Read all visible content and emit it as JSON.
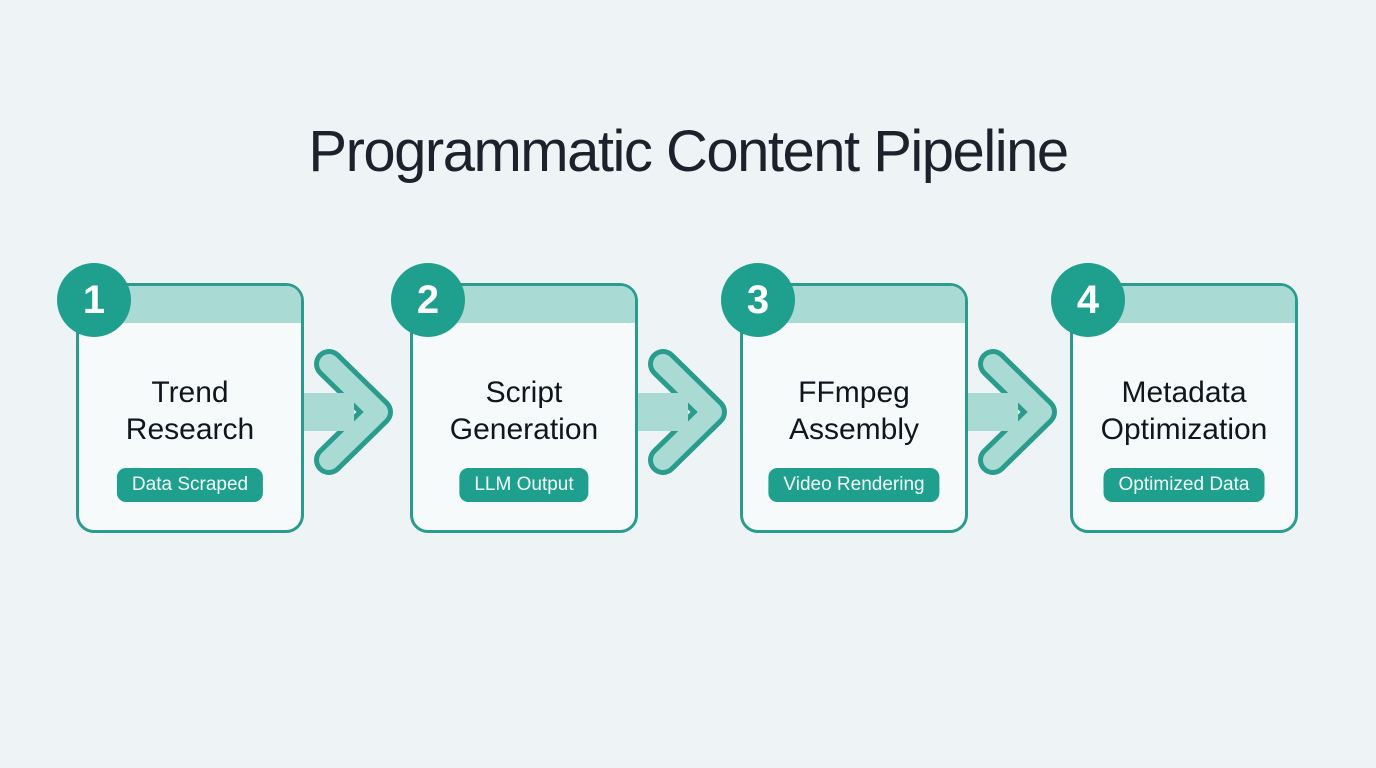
{
  "title": "Programmatic Content Pipeline",
  "steps": [
    {
      "number": "1",
      "title": "Trend Research",
      "badge": "Data Scraped"
    },
    {
      "number": "2",
      "title": "Script Generation",
      "badge": "LLM Output"
    },
    {
      "number": "3",
      "title": "FFmpeg Assembly",
      "badge": "Video Rendering"
    },
    {
      "number": "4",
      "title": "Metadata Optimization",
      "badge": "Optimized Data"
    }
  ],
  "icons": {
    "arrow": "arrow-right-icon"
  },
  "colors": {
    "background": "#eef4f5",
    "card_background": "#f7fafa",
    "teal_dark": "#2a9c8d",
    "teal_fill": "#a9dbd4",
    "badge_background": "#1f9f8d",
    "title_text": "#1b222c",
    "card_text": "#10161d",
    "badge_text": "#f2faf9"
  }
}
